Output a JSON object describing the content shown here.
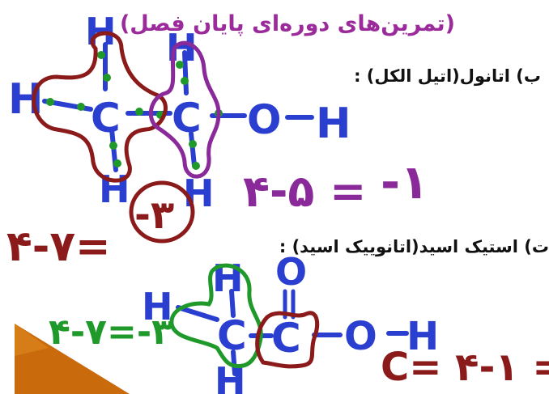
{
  "title": "(تمرین‌های دوره‌ای پایان فصل)",
  "part_b": {
    "label": "ب) اتانول(اتیل الکل) :",
    "carbon": "C",
    "oxygen": "O",
    "hydrogen": "H",
    "calc_left": "۴-۷=",
    "calc_left_result": "-۳",
    "calc_right": "۴-۵ =",
    "calc_right_result": "-۱"
  },
  "part_t": {
    "label": "ت) استیک اسید(اتانوییک اسید) :",
    "carbon": "C",
    "oxygen": "O",
    "hydrogen": "H",
    "calc_left": "۴-۷=-۳",
    "calc_right": "C= ۴-۱ ="
  },
  "colors": {
    "title": "#9b2a9b",
    "dark_red": "#8b1a1a",
    "purple": "#8a2a9a",
    "blue": "#2a3fcf",
    "green": "#1f9a2a",
    "orange": "#c86a0a"
  }
}
